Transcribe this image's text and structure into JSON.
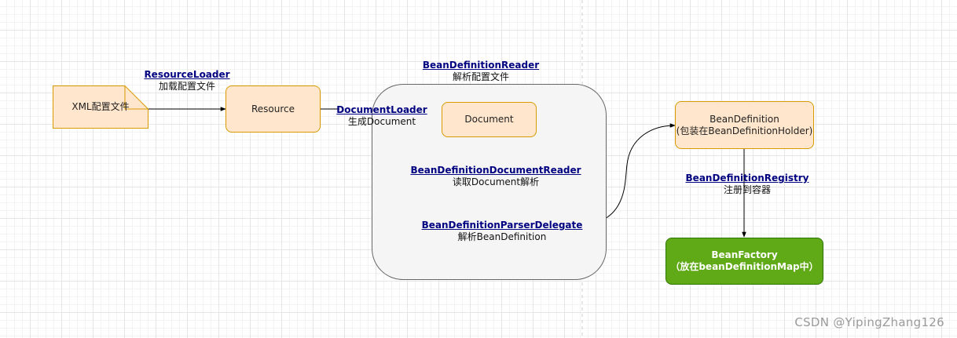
{
  "nodes": {
    "xml_file": "XML配置文件",
    "resource": "Resource",
    "document": "Document",
    "bean_definition": {
      "line1": "BeanDefinition",
      "line2": "(包装在BeanDefinitionHolder)"
    },
    "bean_factory": {
      "line1": "BeanFactory",
      "line2": "（放在beanDefinitionMap中）"
    }
  },
  "labels": {
    "resource_loader": {
      "link": "ResourceLoader",
      "text": "加载配置文件"
    },
    "bean_definition_reader": {
      "link": "BeanDefinitionReader",
      "text": "解析配置文件"
    },
    "document_loader": {
      "link": "DocumentLoader",
      "text": "生成Document"
    },
    "document_reader": {
      "link": "BeanDefinitionDocumentReader",
      "text": "读取Document解析"
    },
    "parser_delegate": {
      "link": "BeanDefinitionParserDelegate",
      "text": "解析BeanDefinition"
    },
    "registry": {
      "link": "BeanDefinitionRegistry",
      "text": "注册到容器"
    }
  },
  "watermark": "CSDN @YipingZhang126",
  "colors": {
    "node_fill": "#ffe6cc",
    "node_border": "#d79b00",
    "group_fill": "#f5f5f5",
    "factory_fill": "#60a917",
    "link_text": "#000080"
  }
}
